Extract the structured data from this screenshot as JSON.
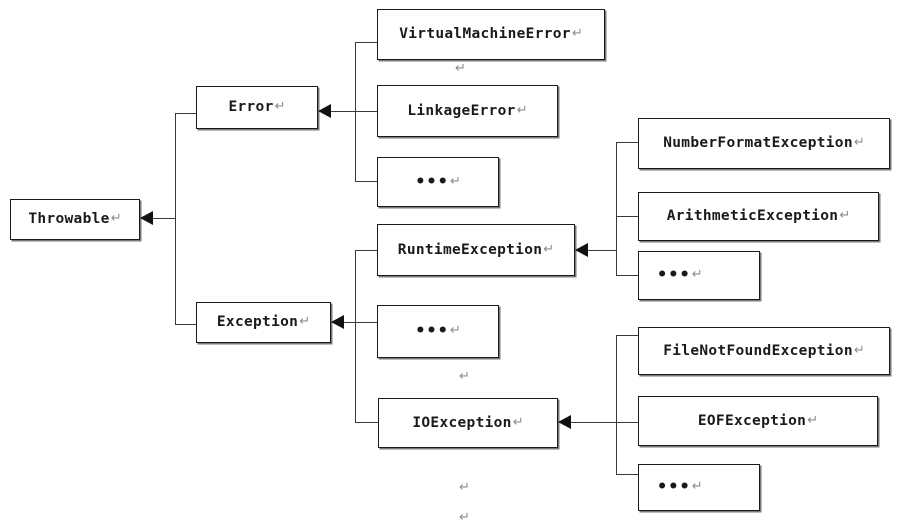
{
  "diagram": {
    "title": "Java Throwable exception hierarchy",
    "type": "tree-diagram",
    "background_color": "#ffffff",
    "box_border_color": "#1a1a1a",
    "connector_color": "#3a3a3a",
    "text_color": "#1a1a1a",
    "pilcrow_color": "#8c8c8c",
    "pilcrow_glyph": "↵"
  },
  "nodes": {
    "throwable": {
      "label": "Throwable",
      "pilcrow": "↵"
    },
    "error": {
      "label": "Error",
      "pilcrow": "↵"
    },
    "exception": {
      "label": "Exception",
      "pilcrow": "↵"
    },
    "virtual_machine_error": {
      "label": "VirtualMachineError",
      "pilcrow": "↵"
    },
    "linkage_error": {
      "label": "LinkageError",
      "pilcrow": "↵"
    },
    "error_more": {
      "label": "•••",
      "pilcrow": "↵"
    },
    "runtime_exception": {
      "label": "RuntimeException",
      "pilcrow": "↵"
    },
    "exception_more": {
      "label": "•••",
      "pilcrow": "↵"
    },
    "io_exception": {
      "label": "IOException ",
      "pilcrow": "↵"
    },
    "number_format_exception": {
      "label": "NumberFormatException",
      "pilcrow": "↵"
    },
    "arithmetic_exception": {
      "label": "ArithmeticException",
      "pilcrow": "↵"
    },
    "runtime_more": {
      "label": "•••",
      "pilcrow": "↵"
    },
    "file_not_found_exception": {
      "label": "FileNotFoundException",
      "pilcrow": "↵"
    },
    "eof_exception": {
      "label": "EOFException",
      "pilcrow": "↵"
    },
    "io_more": {
      "label": "•••",
      "pilcrow": "↵"
    }
  },
  "stray_marks": {
    "under_virtual_machine_error": "↵",
    "between_dots_and_io": "↵",
    "below_io_1": "↵",
    "below_io_2": "↵"
  }
}
